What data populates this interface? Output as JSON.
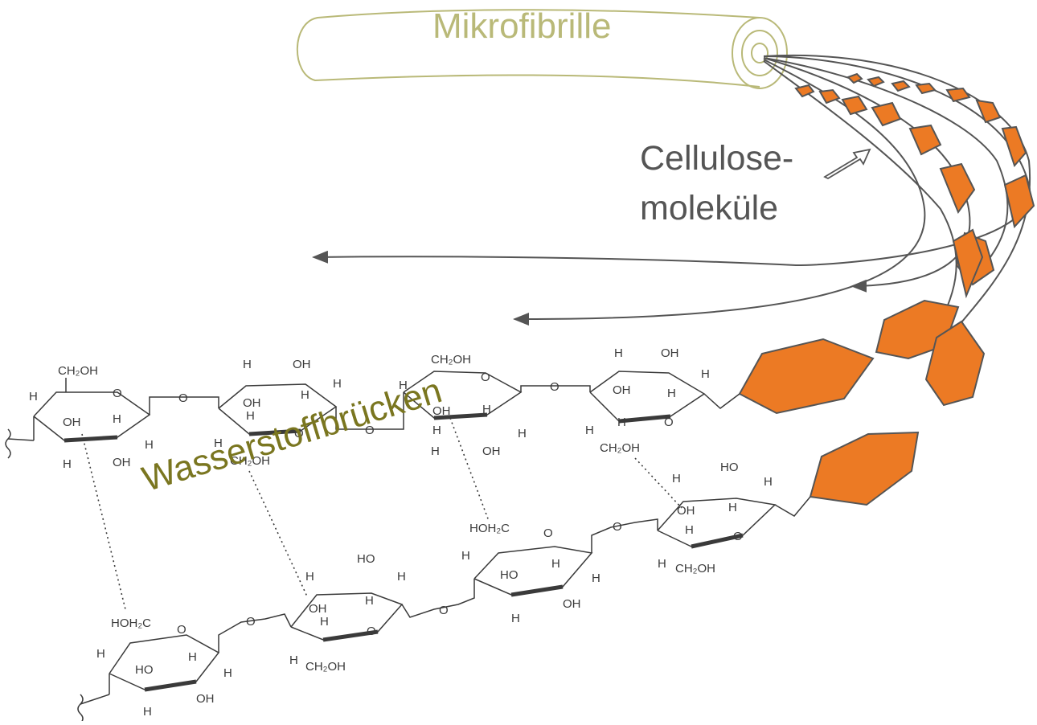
{
  "labels": {
    "microfibril": "Mikrofibrille",
    "cellulose_line1": "Cellulose-",
    "cellulose_line2": "moleküle",
    "hydrogen_bonds": "Wasserstoffbrücken"
  },
  "colors": {
    "microfibril": "#b9b978",
    "cellulose_text": "#555555",
    "hydrogen_text": "#7a7620",
    "ring_fill": "#ec7a24",
    "line": "#555555",
    "bond": "#3a3a3a"
  },
  "icons": [
    "right-arrow-icon",
    "wavy-chain-end-icon"
  ]
}
